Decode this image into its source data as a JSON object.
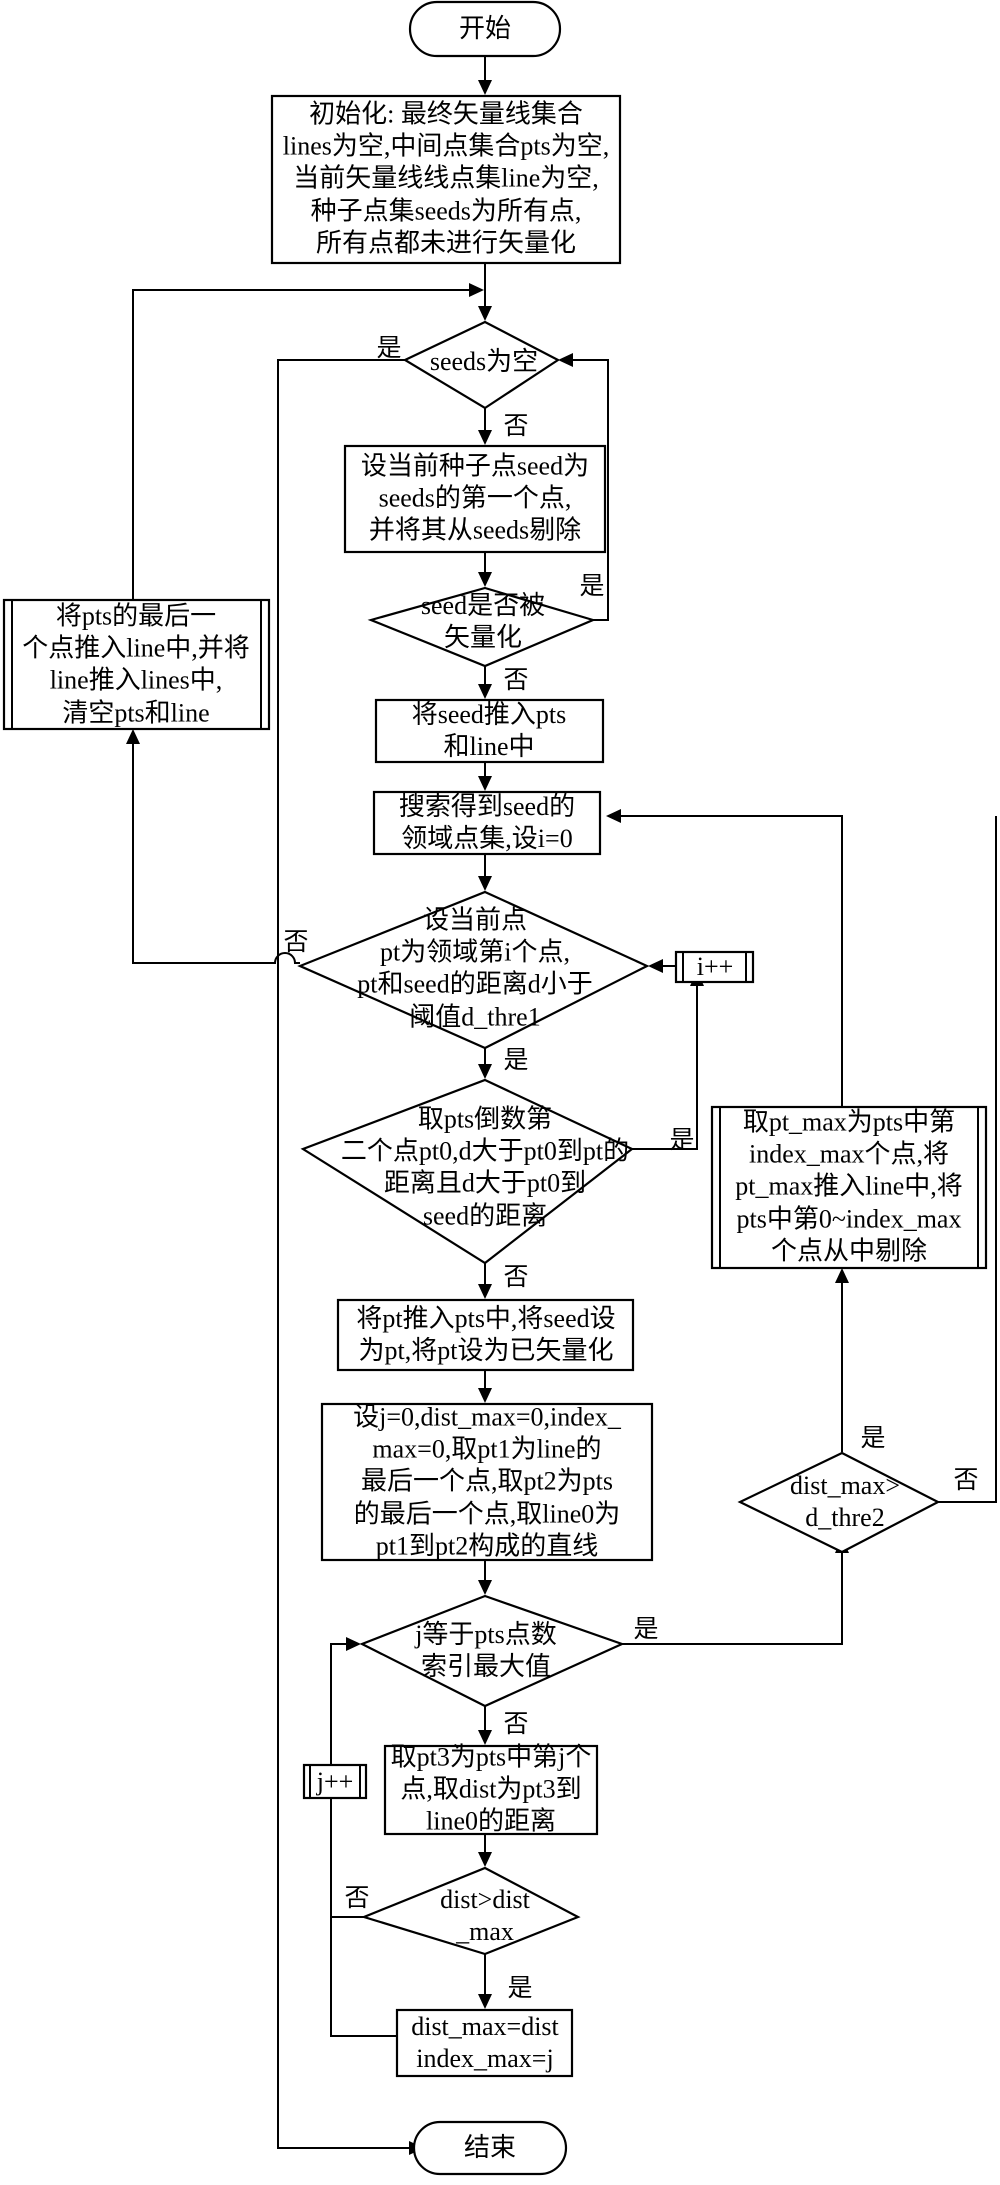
{
  "nodes": {
    "start": [
      "开始"
    ],
    "init": [
      "初始化: 最终矢量线集合",
      "lines为空,中间点集合pts为空,",
      "当前矢量线线点集line为空,",
      "种子点集seeds为所有点,",
      "所有点都未进行矢量化"
    ],
    "seeds_empty": [
      "seeds为空"
    ],
    "set_seed": [
      "设当前种子点seed为",
      "seeds的第一个点,",
      "并将其从seeds剔除"
    ],
    "seed_vec": [
      "seed是否被",
      "矢量化"
    ],
    "push_seed": [
      "将seed推入pts",
      "和line中"
    ],
    "search": [
      "搜索得到seed的",
      "领域点集,设i=0"
    ],
    "set_pt": [
      "设当前点",
      "pt为领域第i个点,",
      "pt和seed的距离d小于",
      "阈值d_thre1"
    ],
    "take_pt0": [
      "取pts倒数第",
      "二个点pt0,d大于pt0到pt的",
      "距离且d大于pt0到",
      "seed的距离"
    ],
    "push_pt": [
      "将pt推入pts中,将seed设",
      "为pt,将pt设为已矢量化"
    ],
    "set_j": [
      "设j=0,dist_max=0,index_",
      "max=0,取pt1为line的",
      "最后一个点,取pt2为pts",
      "的最后一个点,取line0为",
      "pt1到pt2构成的直线"
    ],
    "j_eq": [
      "j等于pts点数",
      "索引最大值"
    ],
    "take_pt3": [
      "取pt3为pts中第j个",
      "点,取dist为pt3到",
      "line0的距离"
    ],
    "dist_gt": [
      "dist>dist",
      "_max"
    ],
    "assign": [
      "dist_max=dist",
      "index_max=j"
    ],
    "end": [
      "结束"
    ],
    "push_last": [
      "将pts的最后一",
      "个点推入line中,并将",
      "line推入lines中,",
      "清空pts和line"
    ],
    "i_inc": [
      "i++"
    ],
    "j_inc": [
      "j++"
    ],
    "take_ptmax": [
      "取pt_max为pts中第",
      "index_max个点,将",
      "pt_max推入line中,将",
      "pts中第0~index_max",
      "个点从中剔除"
    ],
    "dmax_gt": [
      "dist_max>",
      "d_thre2"
    ]
  },
  "edge_labels": {
    "seeds_yes": "是",
    "seeds_no": "否",
    "seedvec_yes": "是",
    "seedvec_no": "否",
    "setpt_no": "否",
    "setpt_yes": "是",
    "pt0_yes": "是",
    "pt0_no": "否",
    "jeq_yes": "是",
    "jeq_no": "否",
    "dist_no": "否",
    "dist_yes": "是",
    "dmax_yes": "是",
    "dmax_no": "否"
  }
}
